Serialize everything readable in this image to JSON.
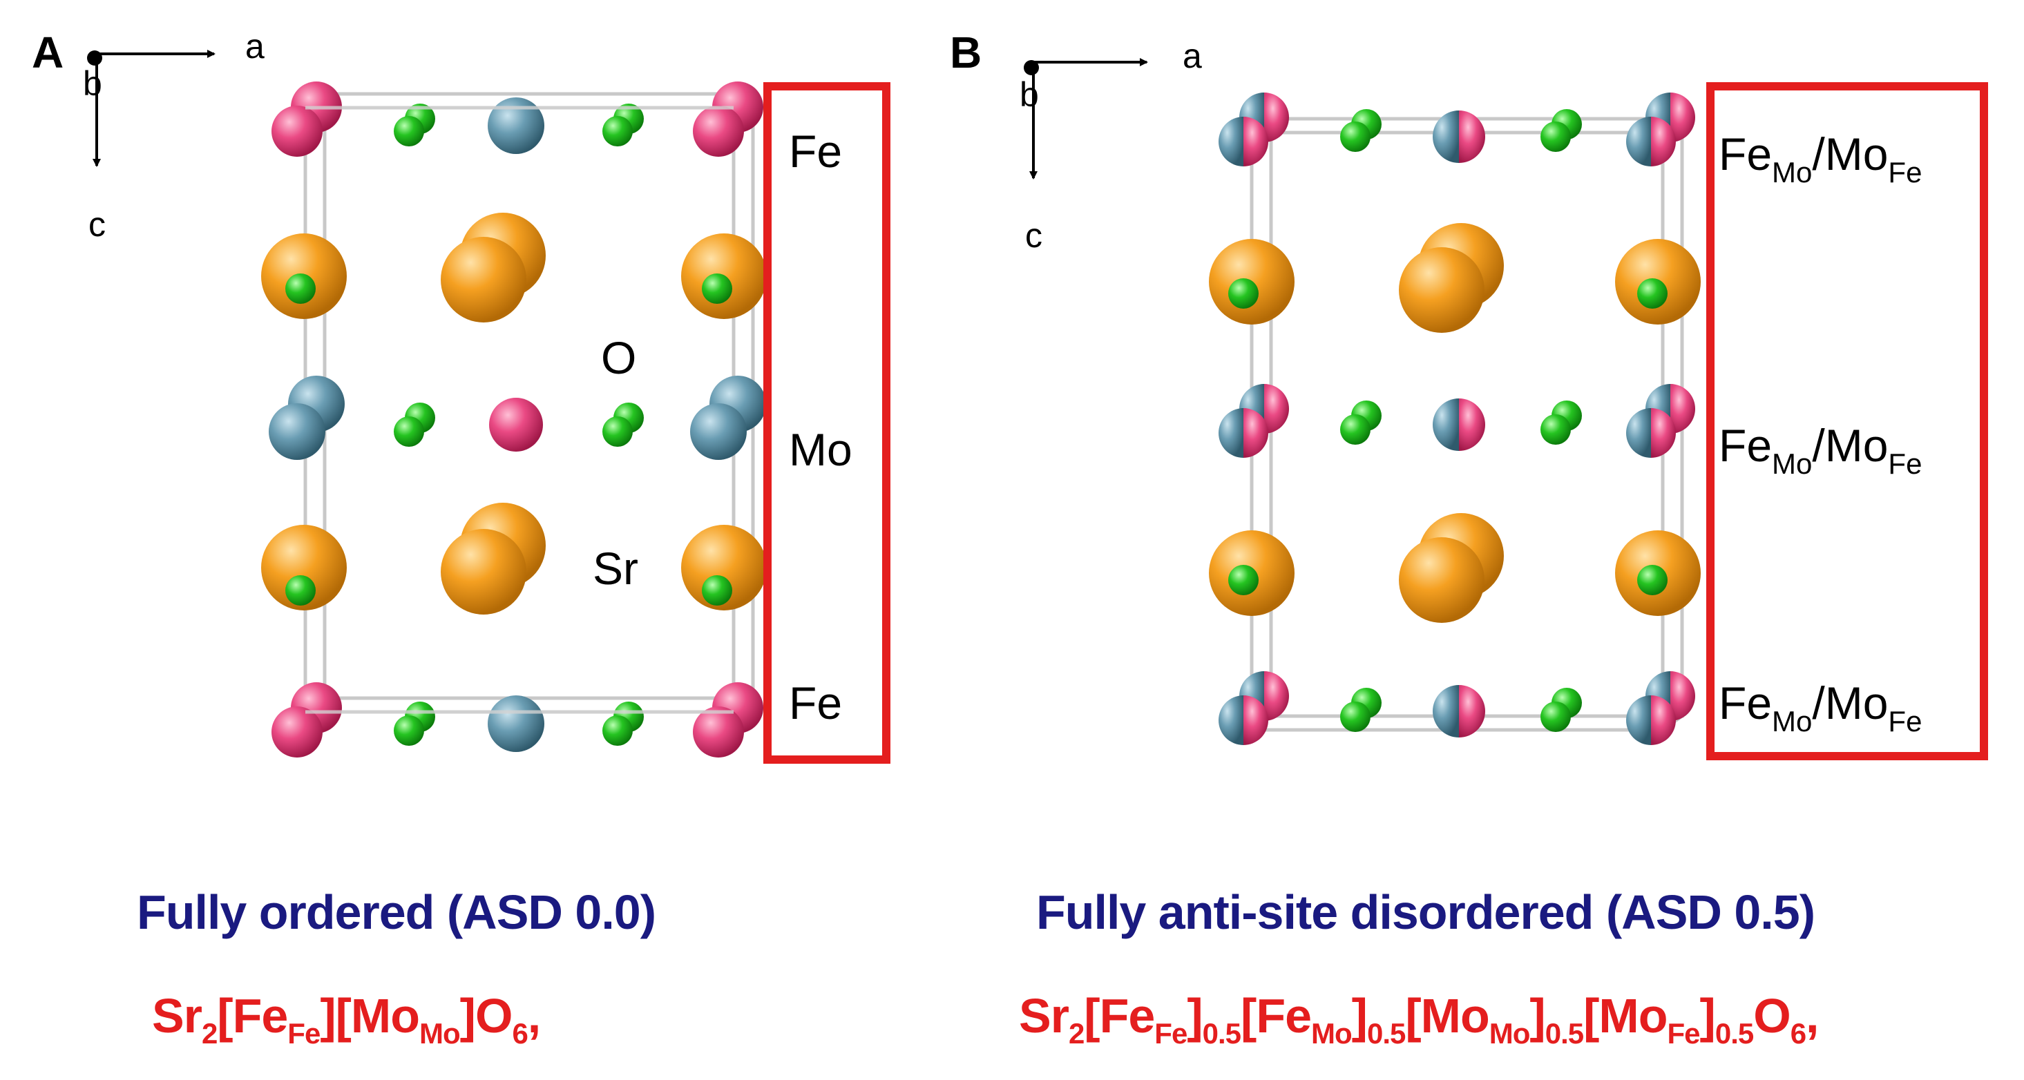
{
  "panel_a": {
    "letter": "A",
    "axes": {
      "a": "a",
      "b": "b",
      "c": "c"
    },
    "site_labels": [
      "Fe",
      "Mo",
      "Fe"
    ],
    "atom_labels": {
      "oxygen": "O",
      "strontium": "Sr"
    },
    "title": "Fully ordered (ASD 0.0)",
    "formula": {
      "p1": "Sr",
      "s1": "2",
      "p2": "[Fe",
      "s2": "Fe",
      "p3": "][Mo",
      "s3": "Mo",
      "p4": "]O",
      "s4": "6",
      "p5": ","
    }
  },
  "panel_b": {
    "letter": "B",
    "axes": {
      "a": "a",
      "b": "b",
      "c": "c"
    },
    "site_label": {
      "fe": "Fe",
      "fe_sub": "Mo",
      "slash_mo": "/Mo",
      "mo_sub": "Fe"
    },
    "title": "Fully anti-site disordered (ASD 0.5)",
    "formula": {
      "p1": "Sr",
      "s1": "2",
      "p2": "[Fe",
      "s2": "Fe",
      "p3": "]",
      "s3": "0.5",
      "p4": "[Fe",
      "s4": "Mo",
      "p5": "]",
      "s5": "0.5",
      "p6": "[Mo",
      "s6": "Mo",
      "p7": "]",
      "s7": "0.5",
      "p8": "[Mo",
      "s8": "Fe",
      "p9": "]",
      "s9": "0.5",
      "p10": "O",
      "s10": "6",
      "p11": ","
    }
  },
  "colors": {
    "iron": "#e8457e",
    "molybdenum": "#5f93a8",
    "oxygen": "#2ecc2e",
    "strontium": "#f5a021",
    "highlight_box": "#e41e1e",
    "cell_edges": "#c8c8c8",
    "title_text": "#1a1a80",
    "formula_text": "#e41e1e"
  }
}
